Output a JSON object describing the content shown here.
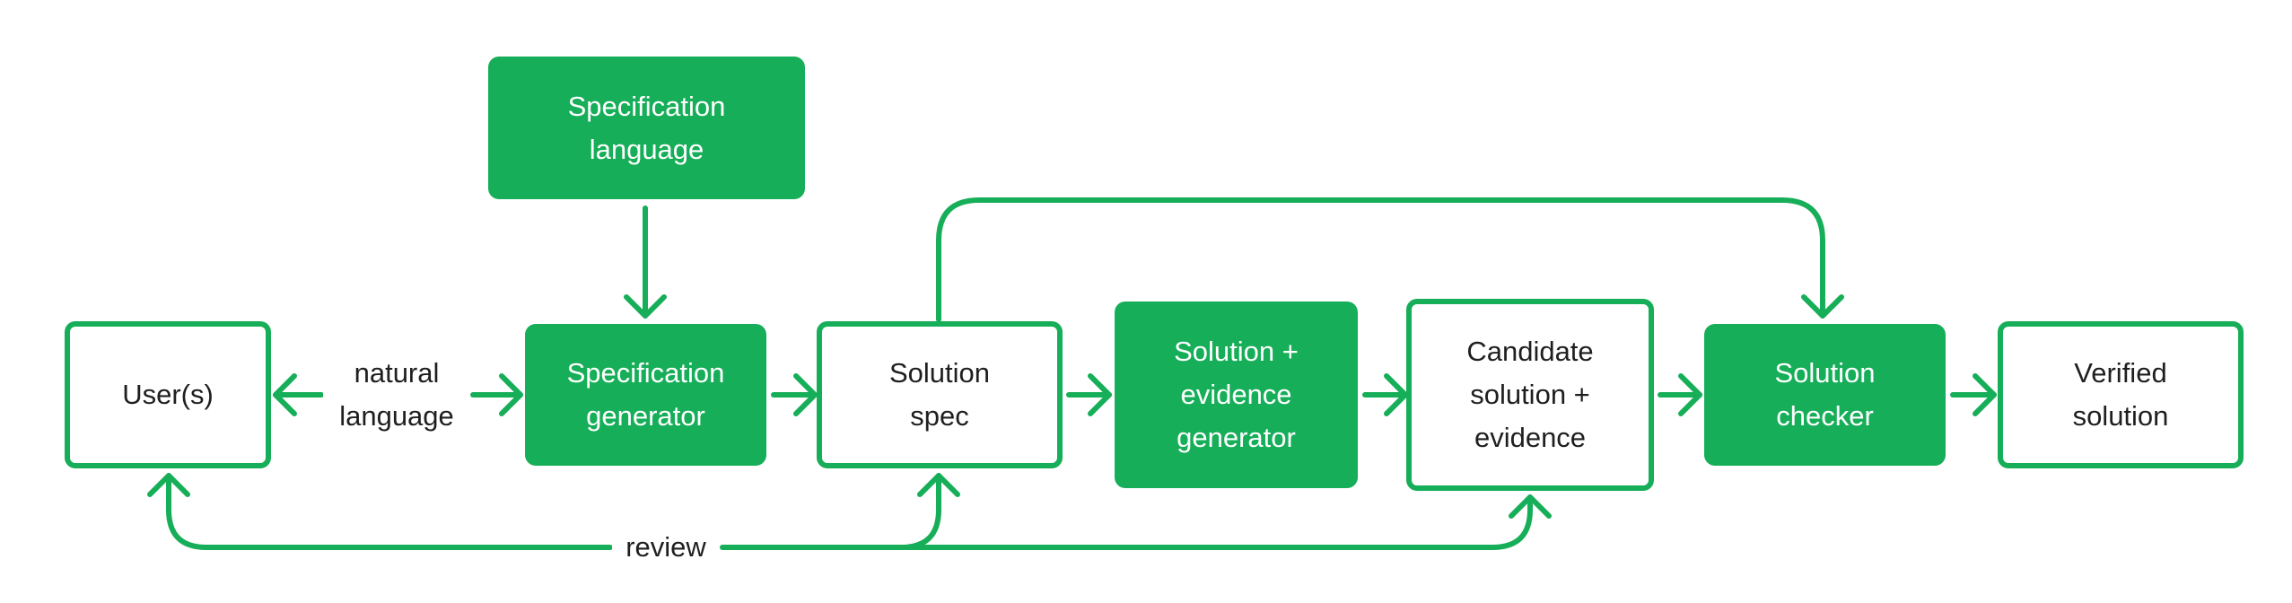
{
  "colors": {
    "accent": "#16ae58",
    "text_dark": "#1f1f1f",
    "text_light": "#ffffff"
  },
  "nodes": {
    "users": "User(s)",
    "spec_language": "Specification\nlanguage",
    "spec_generator": "Specification\ngenerator",
    "solution_spec": "Solution\nspec",
    "evidence_generator": "Solution +\nevidence\ngenerator",
    "candidate": "Candidate\nsolution +\nevidence",
    "checker": "Solution\nchecker",
    "verified": "Verified\nsolution"
  },
  "edge_labels": {
    "natural_language": "natural\nlanguage",
    "review": "review"
  }
}
